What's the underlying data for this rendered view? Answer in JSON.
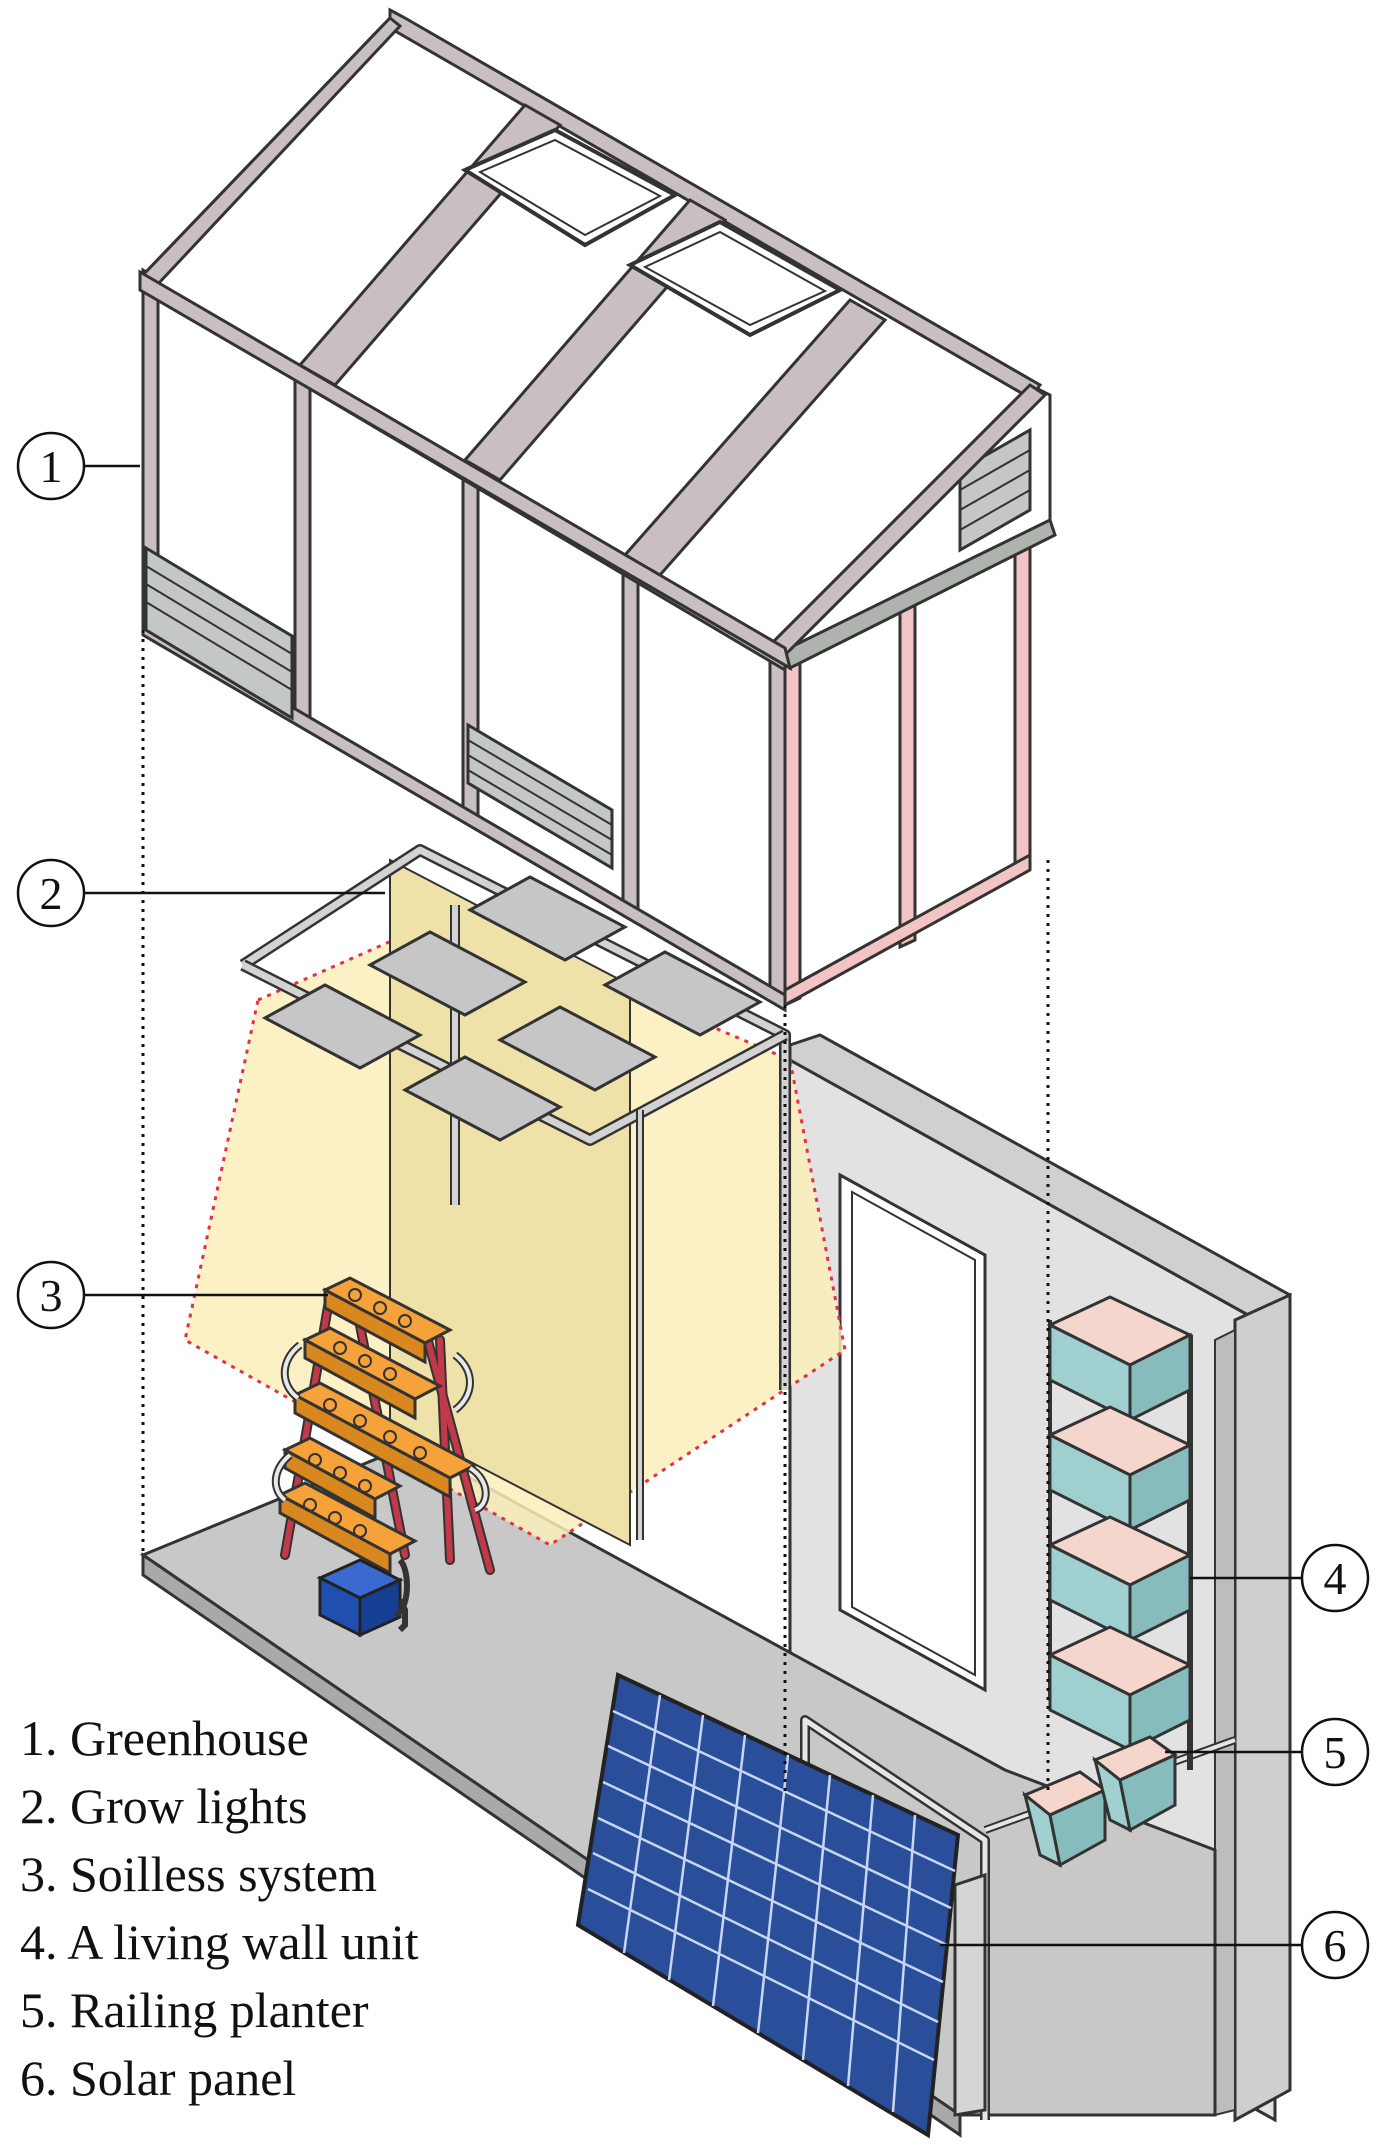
{
  "callouts": [
    {
      "num": "1",
      "name": "greenhouse"
    },
    {
      "num": "2",
      "name": "grow-lights"
    },
    {
      "num": "3",
      "name": "soilless-system"
    },
    {
      "num": "4",
      "name": "living-wall-unit"
    },
    {
      "num": "5",
      "name": "railing-planter"
    },
    {
      "num": "6",
      "name": "solar-panel"
    }
  ],
  "legend": [
    "1. Greenhouse",
    "2. Grow lights",
    "3. Soilless system",
    "4. A living wall unit",
    "5. Railing planter",
    "6. Solar panel"
  ],
  "colors": {
    "frame": "#c9bfc1",
    "frame_stroke": "#3a3a3a",
    "glass": "#ffffff",
    "louver": "#c4c8c4",
    "pink_frame": "#f3c4c4",
    "light_glow": "#fbeebb",
    "light_border": "#e0304a",
    "lamp": "#c6c6c6",
    "floor": "#c8c8c8",
    "wall": "#d9d9d9",
    "ladder_red": "#c23a4a",
    "tray_orange": "#f5a23a",
    "box_blue": "#1f4fb0",
    "planter_teal": "#9fcfcf",
    "planter_soil": "#f4d6cc",
    "solar_blue": "#2a4e9a"
  }
}
